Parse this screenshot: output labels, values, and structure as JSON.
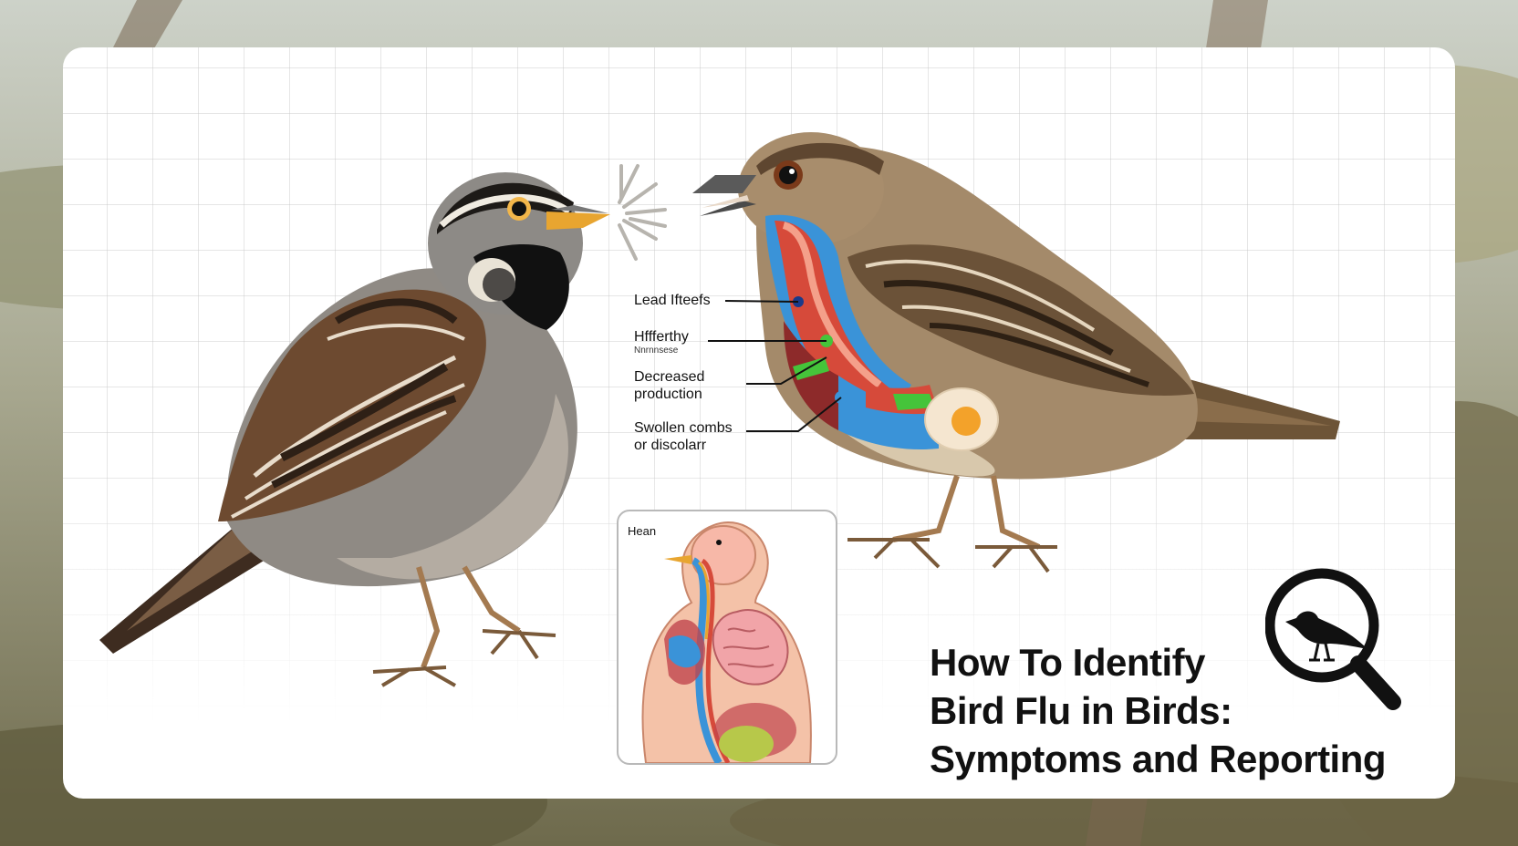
{
  "infographic": {
    "callouts": [
      {
        "text": "Lead Ifteefs"
      },
      {
        "text": "Hffferthy",
        "subtext": "Nnrnnsese"
      },
      {
        "text": "Decreased",
        "text2": "production"
      },
      {
        "text": "Swollen combs",
        "text2": "or discolarr"
      }
    ],
    "inset_label": "Hean",
    "title_lines": [
      "How To Identify",
      "Bird Flu in Birds:",
      "Symptoms and Reporting"
    ],
    "icons": {
      "search": "magnifier-bird-icon"
    },
    "colors": {
      "card": "#ffffff",
      "sparrow_brown": "#7a5436",
      "sparrow_gray": "#8f8c88",
      "beak_yellow": "#e8a530",
      "organ_blue": "#3a93d8",
      "organ_red": "#d64a3a",
      "organ_green": "#45c43a",
      "egg_orange": "#f3a22a"
    }
  }
}
